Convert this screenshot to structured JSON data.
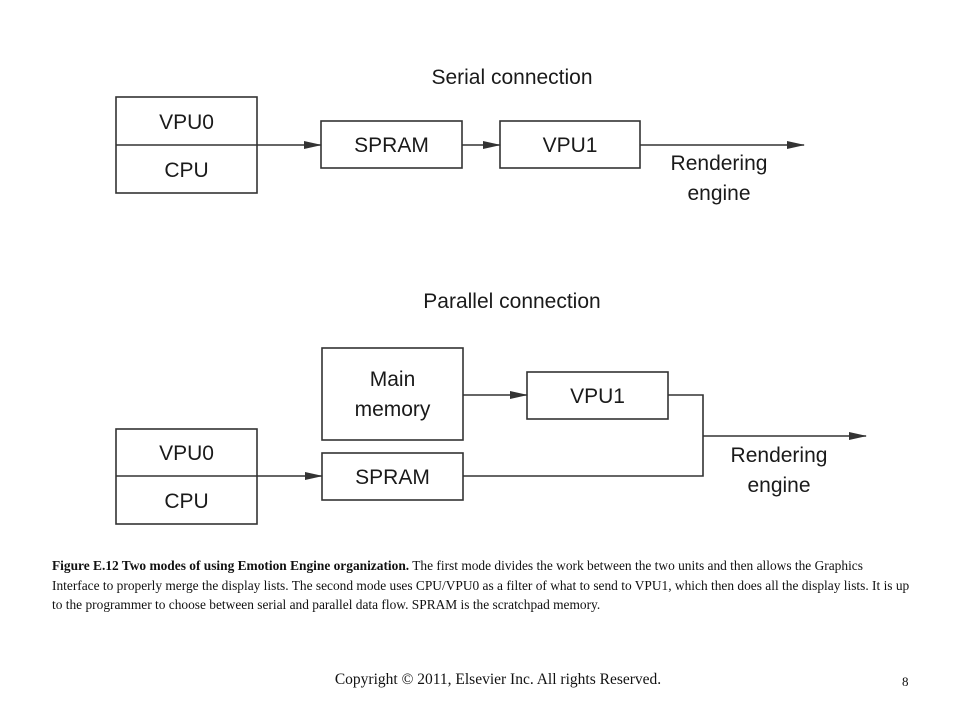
{
  "serial": {
    "title": "Serial connection",
    "vpu0": "VPU0",
    "cpu": "CPU",
    "spram": "SPRAM",
    "vpu1": "VPU1",
    "rendering_line1": "Rendering",
    "rendering_line2": "engine"
  },
  "parallel": {
    "title": "Parallel connection",
    "main_memory_line1": "Main",
    "main_memory_line2": "memory",
    "vpu1": "VPU1",
    "vpu0": "VPU0",
    "cpu": "CPU",
    "spram": "SPRAM",
    "rendering_line1": "Rendering",
    "rendering_line2": "engine"
  },
  "caption": {
    "lead": "Figure E.12   Two modes of using Emotion Engine organization.",
    "body": " The first mode divides the work between the two units and then allows the Graphics Interface to properly merge the display lists. The second mode uses CPU/VPU0 as a filter of what to send to VPU1, which then does all the display lists. It is up to the programmer to choose between serial and parallel data flow. SPRAM is the scratchpad memory."
  },
  "footer": {
    "copyright": "Copyright © 2011, Elsevier Inc. All rights Reserved.",
    "page_number": "8"
  }
}
